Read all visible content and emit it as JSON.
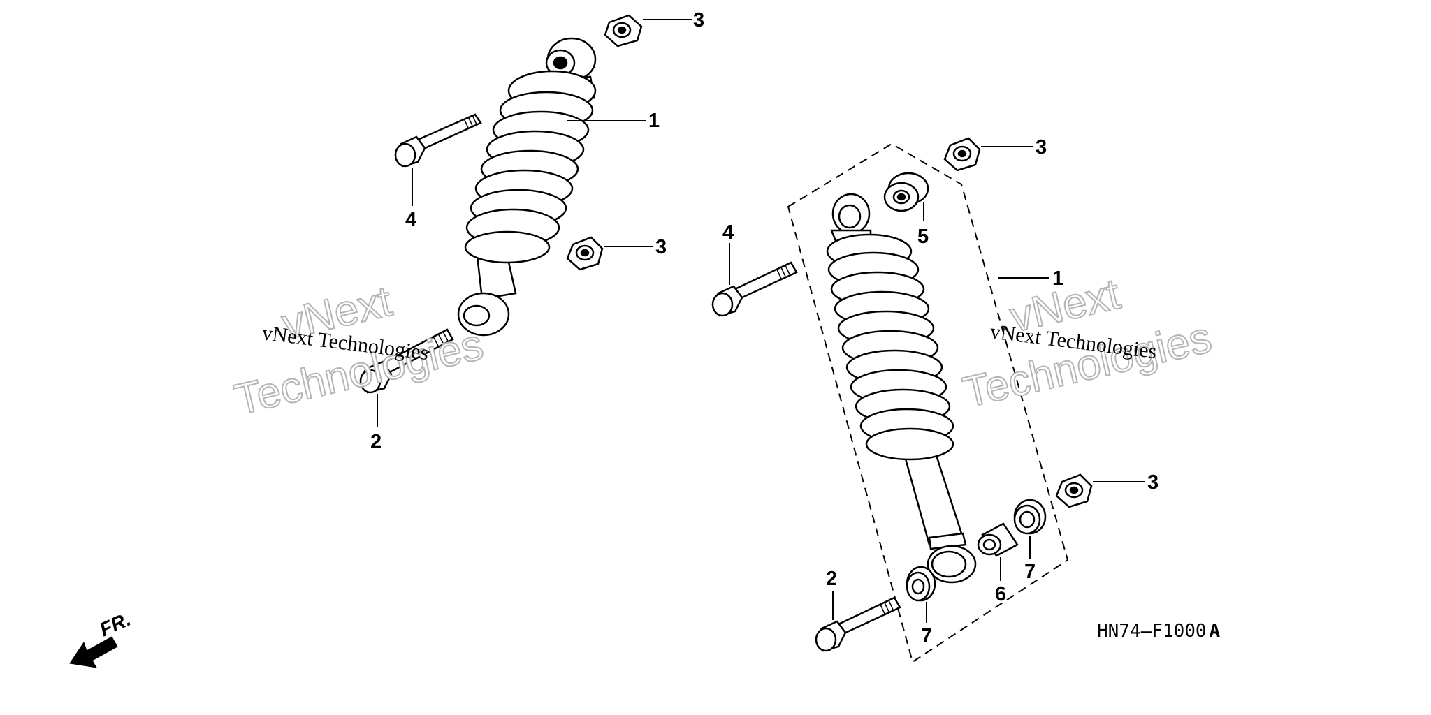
{
  "callouts": {
    "left_nut_top": "3",
    "left_shock": "1",
    "left_flange_bolt": "4",
    "left_nut_mid": "3",
    "left_lower_bolt": "2",
    "right_nut_top": "3",
    "right_bushing_top": "5",
    "right_flange_bolt": "4",
    "right_shock": "1",
    "right_nut_bottom": "3",
    "right_washer_right": "7",
    "right_collar": "6",
    "right_washer_left": "7",
    "right_lower_bolt": "2"
  },
  "watermark": {
    "line1": "vNext",
    "line2": "Technologies",
    "small": "vNext Technologies"
  },
  "direction_label": "FR.",
  "diagram_code": "HN74—F1000",
  "diagram_code_suffix": "A"
}
